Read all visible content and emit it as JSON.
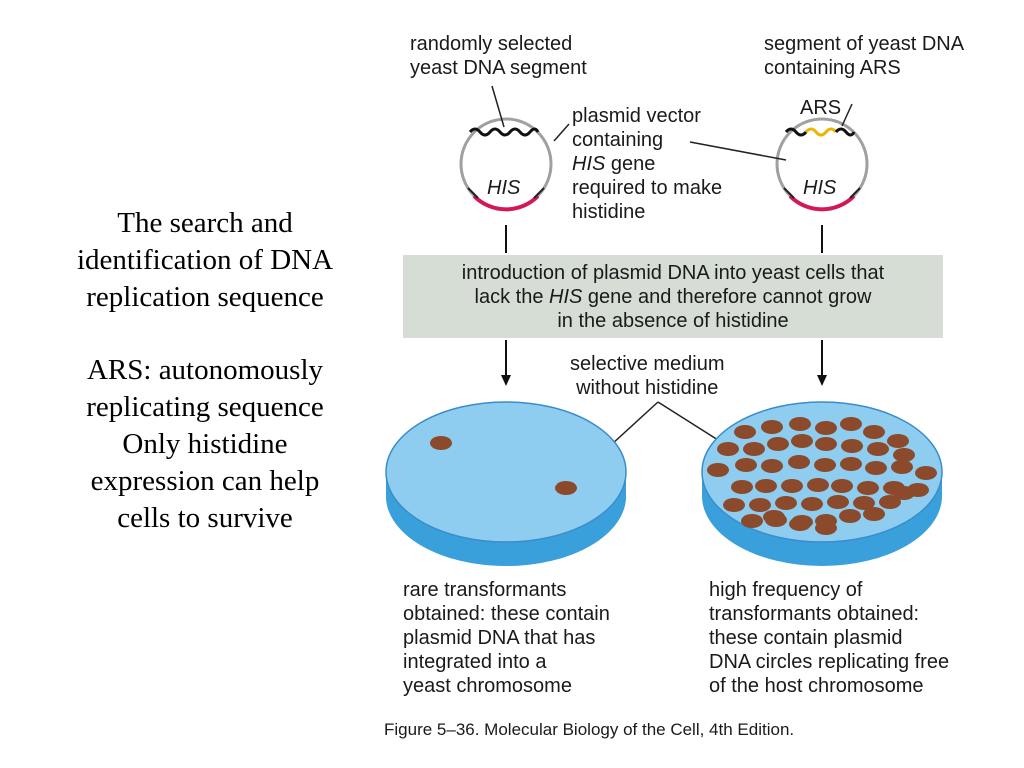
{
  "left_text": {
    "line1": "The search and",
    "line2": "identification of DNA",
    "line3": "replication sequence",
    "line4": "ARS: autonomously",
    "line5": "replicating sequence",
    "line6": "Only histidine",
    "line7": "expression can help",
    "line8": "cells to survive"
  },
  "labels": {
    "random_segment": [
      "randomly selected",
      "yeast DNA segment"
    ],
    "ars_segment": [
      "segment of yeast DNA",
      "containing ARS"
    ],
    "ars_tag": "ARS",
    "plasmid_vector": [
      "plasmid vector",
      "containing",
      "gene",
      "required to make",
      "histidine"
    ],
    "his": "HIS",
    "selective_medium": [
      "selective medium",
      "without histidine"
    ],
    "rare_result": [
      "rare transformants",
      "obtained: these contain",
      "plasmid DNA that has",
      "integrated into a",
      "yeast chromosome"
    ],
    "high_result": [
      "high frequency of",
      "transformants obtained:",
      "these contain plasmid",
      "DNA circles replicating free",
      "of the host chromosome"
    ]
  },
  "banner": {
    "line1": "introduction of plasmid DNA into yeast cells that",
    "line2_pre": "lack the",
    "line2_post": "gene and therefore cannot grow",
    "line3": "in the absence of histidine"
  },
  "caption": "Figure 5–36. Molecular Biology of the Cell, 4th Edition.",
  "colors": {
    "dish_top": "#8ecdf0",
    "dish_side": "#3aa0dc",
    "colony": "#8b4a2b",
    "his_arc": "#d2185a",
    "ars_segment": "#f0b400",
    "banner": "#d5ddd5"
  }
}
